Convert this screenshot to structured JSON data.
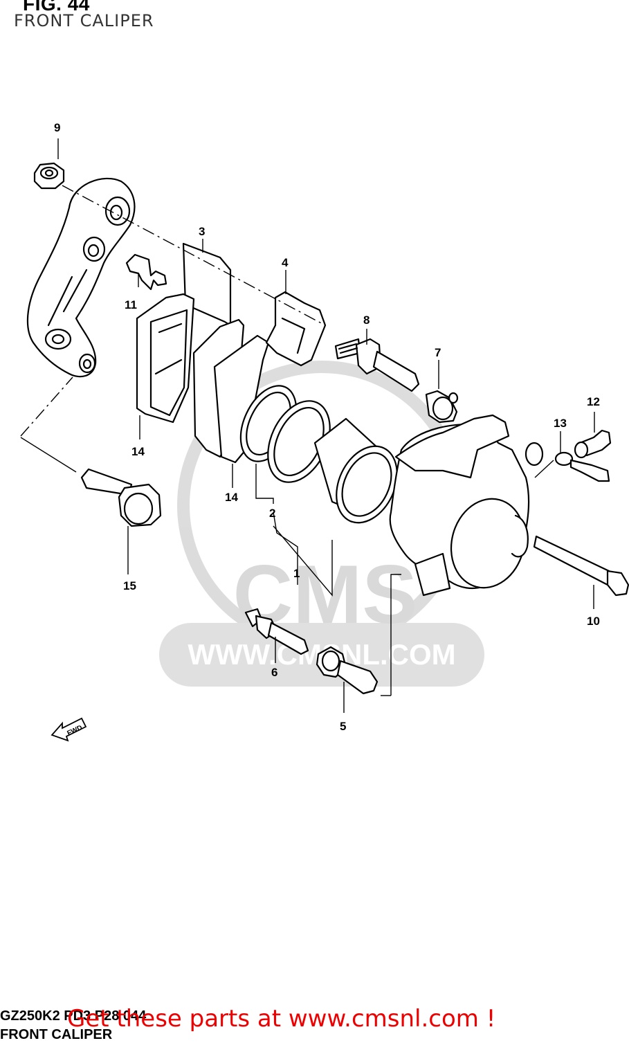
{
  "figure": {
    "title": "FIG. 44",
    "subtitle": "FRONT CALIPER"
  },
  "callouts": [
    {
      "label": "1"
    },
    {
      "label": "2"
    },
    {
      "label": "3"
    },
    {
      "label": "4"
    },
    {
      "label": "5"
    },
    {
      "label": "6"
    },
    {
      "label": "7"
    },
    {
      "label": "8"
    },
    {
      "label": "9"
    },
    {
      "label": "10"
    },
    {
      "label": "11"
    },
    {
      "label": "12"
    },
    {
      "label": "13"
    },
    {
      "label": "14"
    },
    {
      "label": "14"
    },
    {
      "label": "15"
    }
  ],
  "direction_marker": {
    "label": "FWD",
    "icon": "arrow-left-icon"
  },
  "watermark": {
    "logo": "CMS",
    "url": "WWW.CMSNL.COM"
  },
  "footer": {
    "code": "GZ250K2 PD3 P28 044",
    "caption": "FRONT CALIPER",
    "promo": "Get these parts at www.cmsnl.com !",
    "promo_color": "#ee0000"
  }
}
